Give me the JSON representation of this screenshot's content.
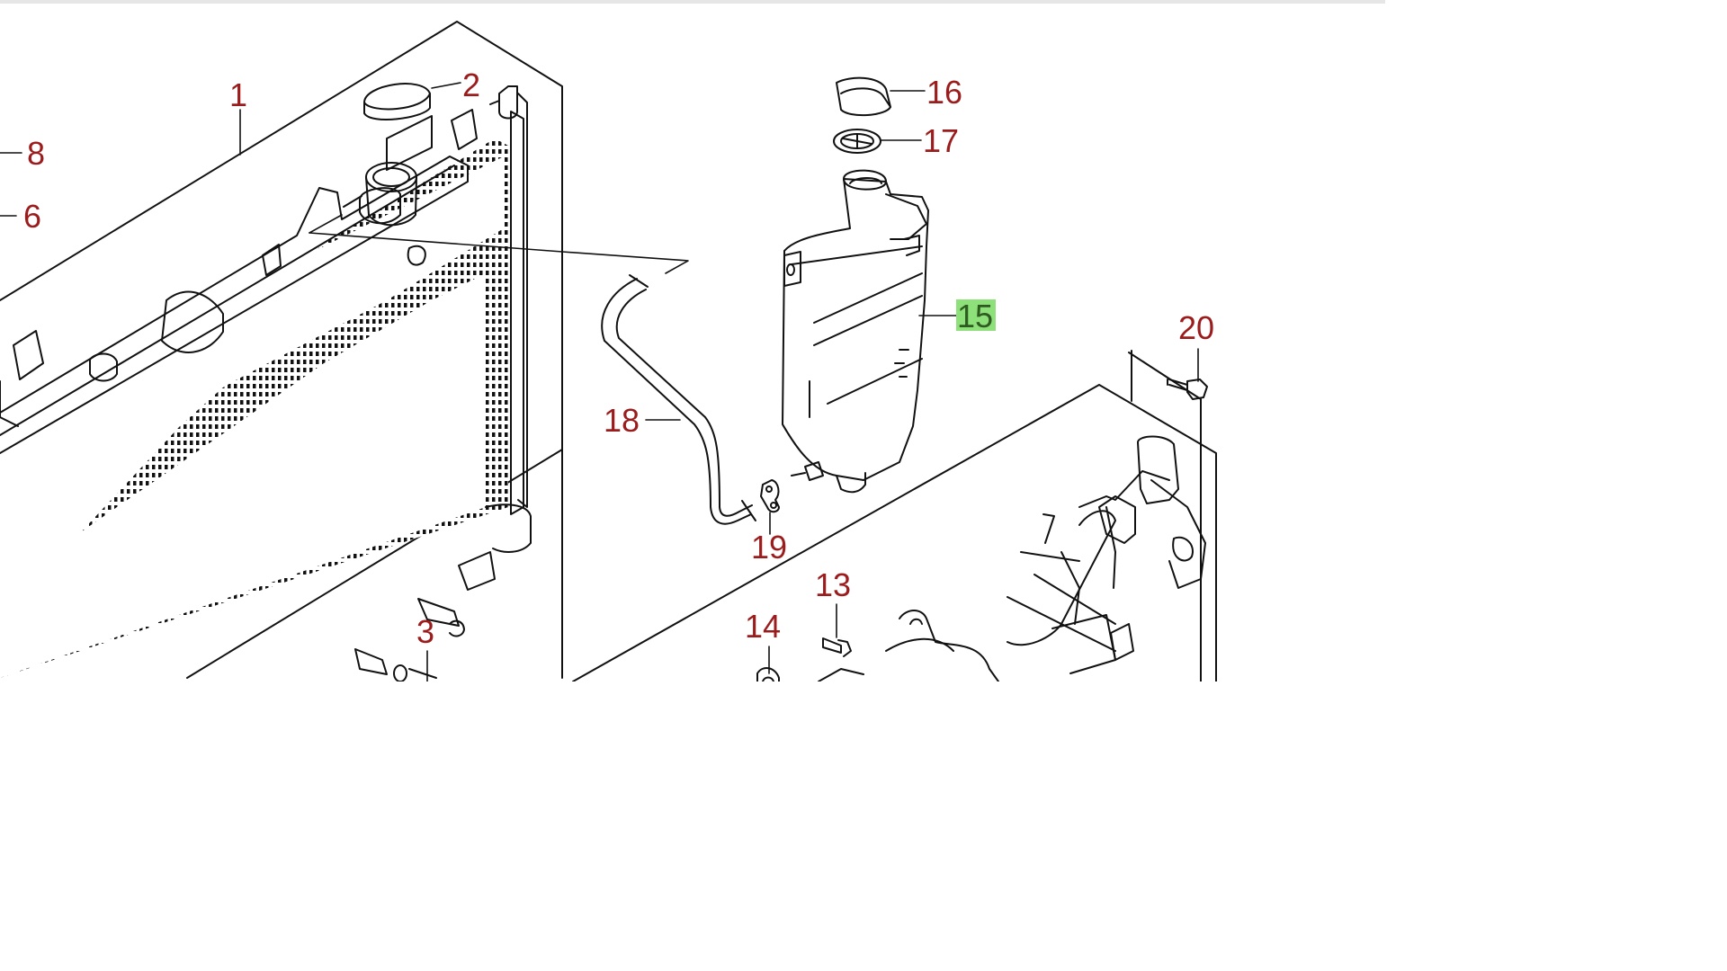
{
  "diagram": {
    "label_color": "#9b1c1c",
    "highlight_color": "#8ee07a",
    "line_color": "#111111",
    "callouts": [
      {
        "id": "1",
        "highlighted": false
      },
      {
        "id": "2",
        "highlighted": false
      },
      {
        "id": "3",
        "highlighted": false
      },
      {
        "id": "6",
        "highlighted": false
      },
      {
        "id": "8",
        "highlighted": false
      },
      {
        "id": "13",
        "highlighted": false
      },
      {
        "id": "14",
        "highlighted": false
      },
      {
        "id": "15",
        "highlighted": true
      },
      {
        "id": "16",
        "highlighted": false
      },
      {
        "id": "17",
        "highlighted": false
      },
      {
        "id": "18",
        "highlighted": false
      },
      {
        "id": "19",
        "highlighted": false
      },
      {
        "id": "20",
        "highlighted": false
      }
    ],
    "icons": {
      "radiator": "radiator-icon",
      "radiator_cap": "radiator-cap-icon",
      "reservoir_tank": "reservoir-tank-icon",
      "reservoir_cap": "reservoir-cap-icon",
      "gasket": "gasket-icon",
      "overflow_hose": "overflow-hose-icon",
      "hose_clamp": "hose-clamp-icon",
      "bolt": "bolt-icon",
      "fan_shroud": "fan-shroud-icon",
      "washer": "washer-icon"
    }
  }
}
